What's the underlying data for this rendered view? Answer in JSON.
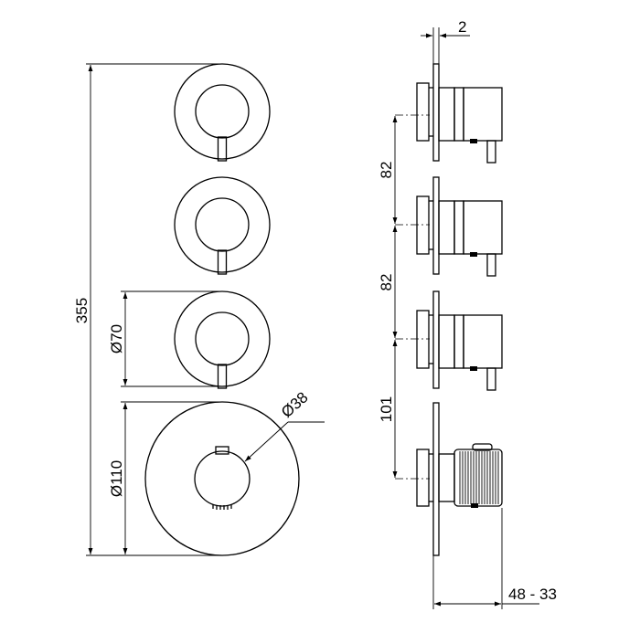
{
  "dimensions": {
    "overall_height": "355",
    "small_diameter": "Ø70",
    "large_diameter": "Ø110",
    "knob_diameter": "Ø38",
    "plate_thickness": "2",
    "spacing_1": "82",
    "spacing_2": "82",
    "spacing_3": "101",
    "depth_range": "48 - 33"
  }
}
